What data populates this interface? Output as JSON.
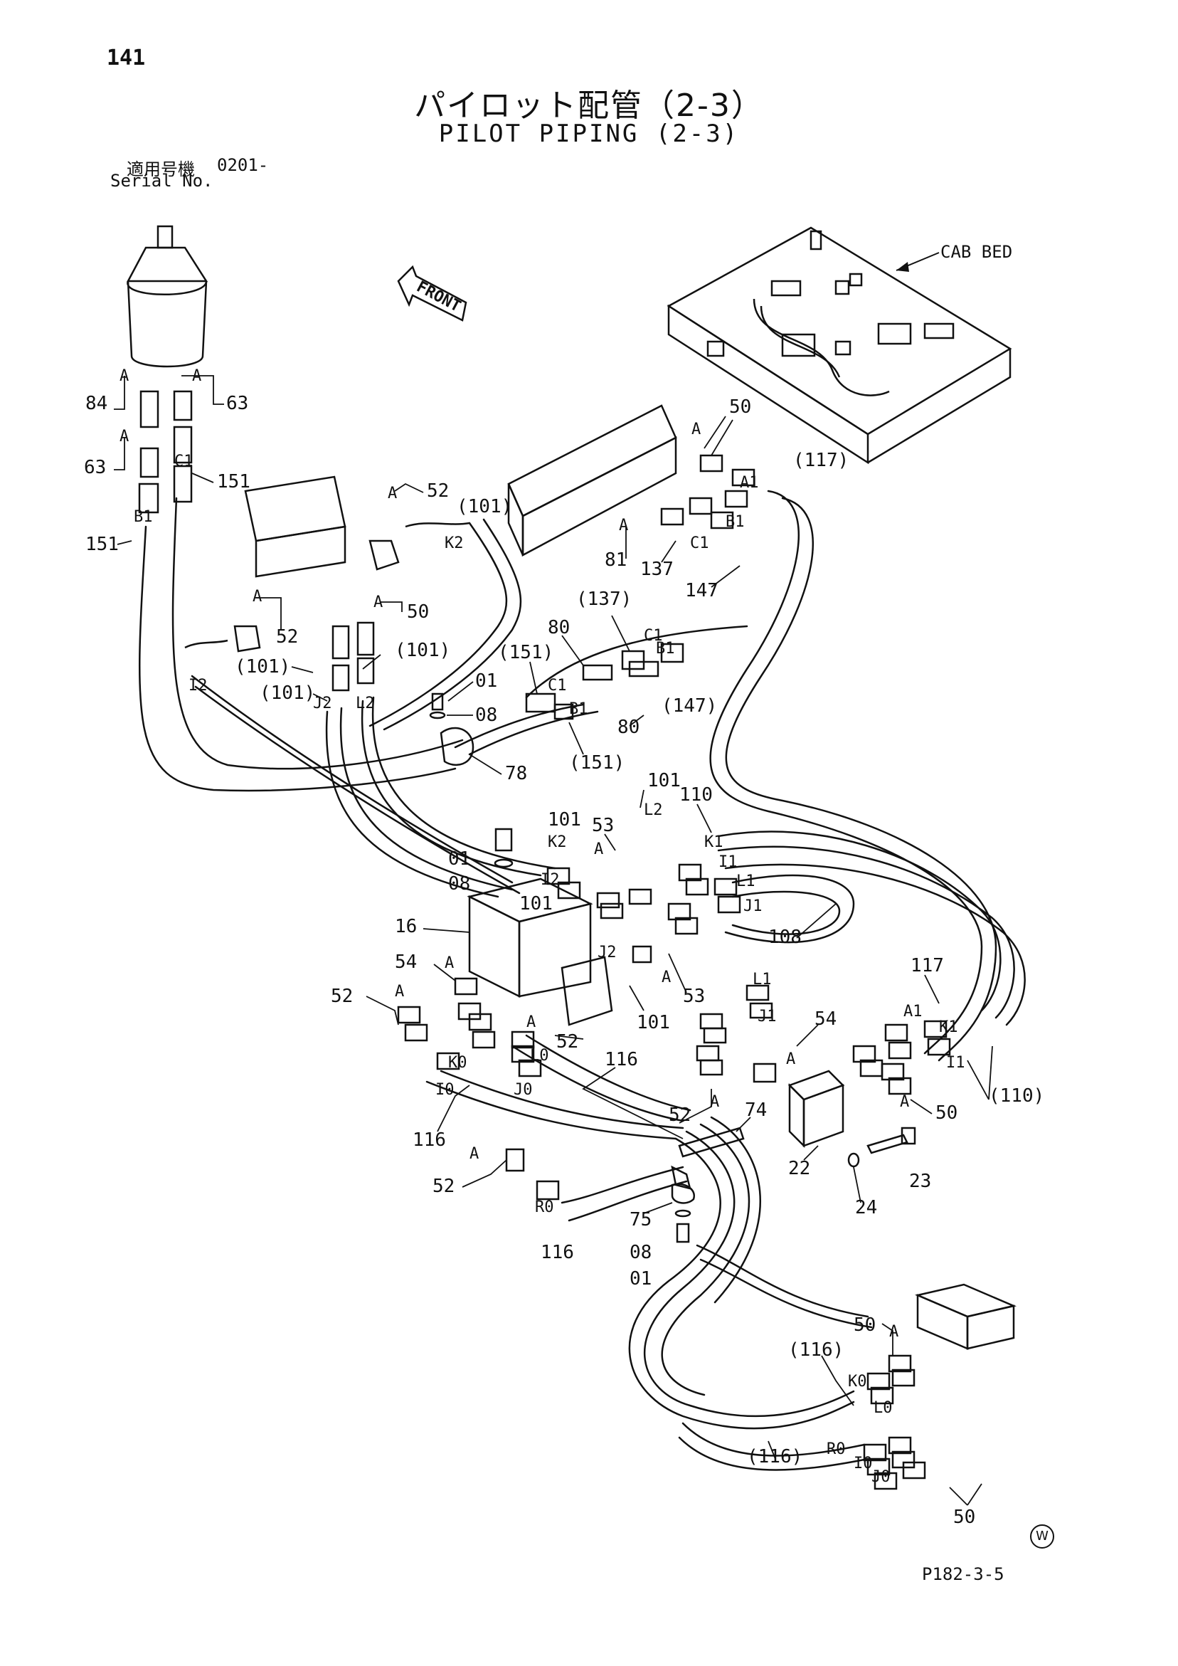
{
  "header": {
    "page_number": "141",
    "title_ja": "パイロット配管（2-3）",
    "title_en": "PILOT PIPING (2-3)",
    "serial_label_ja": "適用号機",
    "serial_value": "0201-",
    "serial_label_en": "Serial No."
  },
  "diagram": {
    "direction_label": "FRONT",
    "cab_label": "CAB BED",
    "callouts": {
      "n84": "84",
      "n63a": "63",
      "n63b": "63",
      "n151a": "151",
      "n151b": "151",
      "n52a": "52",
      "n101a": "(101)",
      "n52b": "52",
      "n50a": "50",
      "n101b": "(101)",
      "n101c": "(101)",
      "n101d": "(101)",
      "n50b": "50",
      "n117a": "(117)",
      "n81": "81",
      "n137a": "137",
      "n147a": "147",
      "n137b": "(137)",
      "n80a": "80",
      "n151c": "(151)",
      "n80b": "80",
      "n147b": "(147)",
      "n151d": "(151)",
      "n01a": "01",
      "n08a": "08",
      "n78": "78",
      "n101e": "101",
      "n110a": "110",
      "n101f": "101",
      "n53a": "53",
      "n01b": "01",
      "n08b": "08",
      "n101g": "101",
      "n16": "16",
      "n108": "108",
      "n54a": "54",
      "n52c": "52",
      "n101h": "101",
      "n53b": "53",
      "n117b": "117",
      "n54b": "54",
      "n52d": "52",
      "n116a": "116",
      "n116b": "116",
      "n52e": "52",
      "n74": "74",
      "n50c": "50",
      "n110b": "(110)",
      "n22": "22",
      "n23": "23",
      "n24": "24",
      "n52f": "52",
      "n75": "75",
      "n116c": "116",
      "n08c": "08",
      "n01c": "01",
      "n50d": "50",
      "n116d": "(116)",
      "n116e": "(116)",
      "n50e": "50"
    },
    "ports": {
      "A1": "A",
      "A2": "A",
      "A3": "A",
      "A4": "A",
      "A5": "A",
      "A6": "A",
      "A7": "A",
      "A8": "A",
      "A9": "A",
      "A10": "A",
      "A11": "A",
      "A12": "A",
      "A13": "A",
      "A14": "A",
      "A15": "A",
      "A16": "A",
      "A17": "A",
      "A18": "A",
      "C1a": "C1",
      "B1a": "B1",
      "K2a": "K2",
      "I2a": "I2",
      "J2a": "J2",
      "L2a": "L2",
      "A1p": "A1",
      "B1b": "B1",
      "C1b": "C1",
      "C1c": "C1",
      "B1c": "B1",
      "C1d": "C1",
      "B1d": "B1",
      "L2b": "L2",
      "K2b": "K2",
      "I2b": "I2",
      "K1a": "K1",
      "I1a": "I1",
      "L1a": "L1",
      "J1a": "J1",
      "J2b": "J2",
      "L1b": "L1",
      "J1b": "J1",
      "A1q": "A1",
      "K1b": "K1",
      "I1b": "I1",
      "K0a": "K0",
      "I0a": "I0",
      "L0a": "L0",
      "J0a": "J0",
      "R0a": "R0",
      "K0b": "K0",
      "L0b": "L0",
      "R0b": "R0",
      "I0b": "I0",
      "J0b": "J0"
    }
  },
  "footer": {
    "ref_code": "P182-3-5",
    "mark": "W"
  }
}
